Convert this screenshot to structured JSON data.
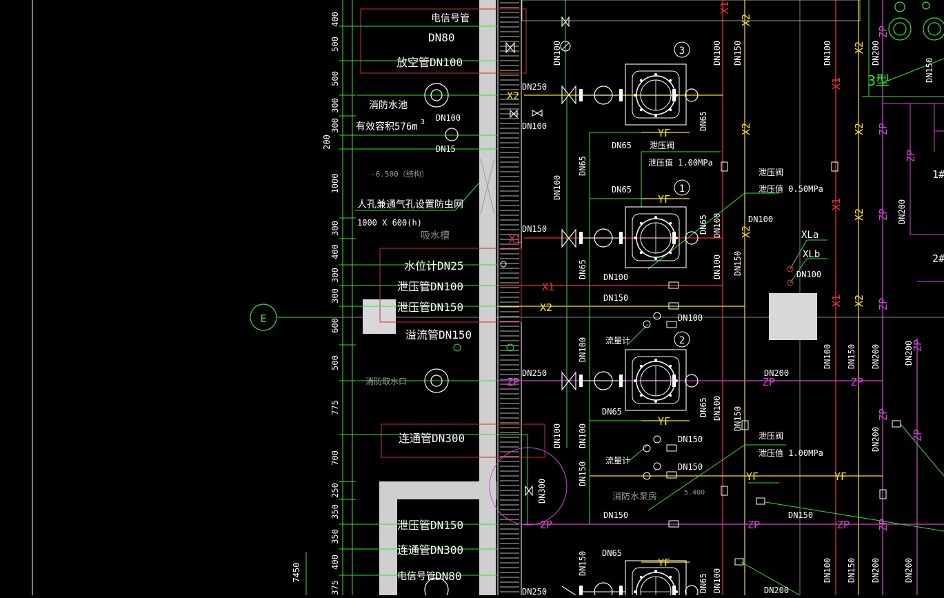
{
  "colors": {
    "background": "#000000",
    "green": "#27e927",
    "red": "#ff2a2a",
    "yellow": "#ffe600",
    "magenta": "#e040e0",
    "white": "#ffffff",
    "gray": "#cfcfcf",
    "highlight_box": "#d22b2b"
  },
  "axis": {
    "label": "E"
  },
  "dims": [
    "400",
    "500",
    "500",
    "300",
    "300",
    "200",
    "1000",
    "300",
    "400",
    "300",
    "300",
    "600",
    "500",
    "775",
    "700",
    "250",
    "350",
    "350",
    "400",
    "375",
    "7450"
  ],
  "left_labels": {
    "tel": "电信号管",
    "dn80": "DN80",
    "vent": "放空管DN100",
    "pool": "消防水池",
    "volume": "有效容积576m",
    "cube": "3",
    "level": "-6.500（结构）",
    "manhole": "人孔兼通气孔设置防虫网",
    "manhole_size": "1000 X 600(h)",
    "sump": "吸水槽",
    "gauge": "水位计DN25",
    "relief1": "泄压管DN100",
    "relief2": "泄压管DN150",
    "overflow": "溢流管DN150",
    "outlet": "消防取水口",
    "link": "连通管DN300",
    "relief3": "泄压管DN150",
    "link2": "连通管DN300",
    "tel2": "电信号管",
    "dn80b": "DN80",
    "dn100a": "DN100",
    "dn15": "DN15"
  },
  "pipes": {
    "X2": "X2",
    "X1": "X1",
    "ZP": "ZP",
    "YF": "YF",
    "XLa": "XLa",
    "XLb": "XLb"
  },
  "pipe_sizes": {
    "dn250": "DN250",
    "dn100": "DN100",
    "dn150": "DN150",
    "dn65": "DN65",
    "dn200": "DN200",
    "dn300": "DN300"
  },
  "notes": {
    "relief_valve": "泄压阀",
    "relief_1mpa": "泄压值 1.00MPa",
    "relief_05mpa": "泄压值 0.50MPa",
    "flowmeter": "流量计",
    "pump_room": "消防水泵房",
    "elev": "5.400",
    "pump1": "1",
    "pump2": "2",
    "pump3": "3",
    "type3": "3型",
    "n1": "1#",
    "n2": "2#"
  }
}
